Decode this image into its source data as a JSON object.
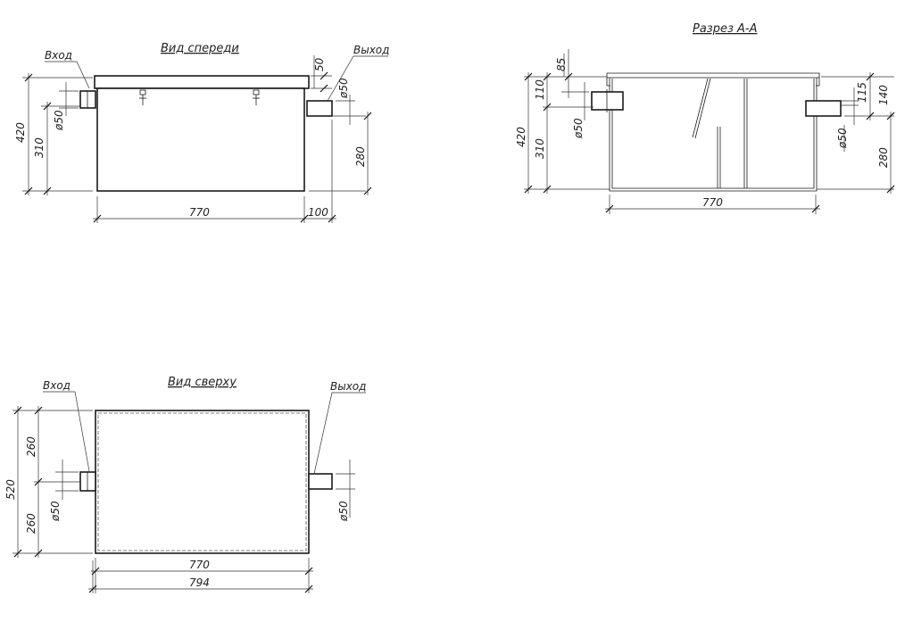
{
  "front_view": {
    "title": "Вид спереди",
    "inlet_label": "Вход",
    "outlet_label": "Выход",
    "dims": {
      "height_total": "420",
      "inlet_height": "310",
      "inlet_diameter": "ø50",
      "outlet_height": "280",
      "lid": "50",
      "outlet_diameter": "ø50",
      "length": "770",
      "outlet_length": "100"
    }
  },
  "section_view": {
    "title": "Разрез А-А",
    "dims": {
      "height_total": "420",
      "inlet_height": "310",
      "inlet_top": "110",
      "lid": "85",
      "inlet_diameter": "ø50",
      "outlet_offset": "115",
      "outlet_top": "140",
      "outlet_height": "280",
      "outlet_diameter": "ø50",
      "length": "770"
    }
  },
  "top_view": {
    "title": "Вид сверху",
    "inlet_label": "Вход",
    "outlet_label": "Выход",
    "dims": {
      "width_total": "520",
      "half_top": "260",
      "half_bottom": "260",
      "inlet_diameter": "ø50",
      "outlet_diameter": "ø50",
      "length_inner": "770",
      "length_outer": "794"
    }
  }
}
